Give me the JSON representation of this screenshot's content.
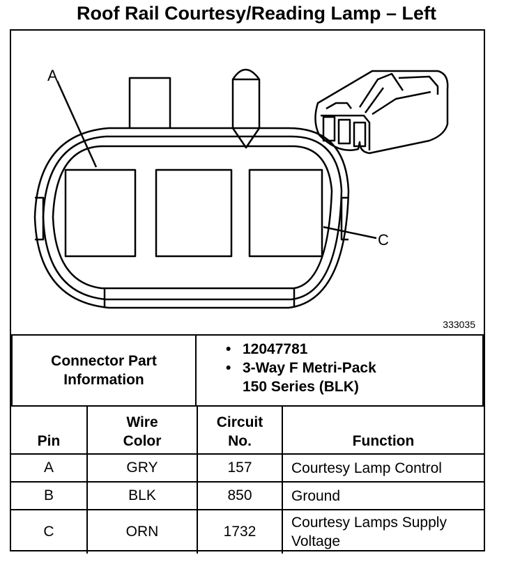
{
  "title": "Roof Rail Courtesy/Reading Lamp – Left",
  "figure_number": "333035",
  "callouts": {
    "a": "A",
    "c": "C"
  },
  "connector": {
    "label_line1": "Connector Part",
    "label_line2": "Information",
    "bullet": "•",
    "part_number": "12047781",
    "description_line1": "3-Way F Metri-Pack",
    "description_line2": "150 Series (BLK)"
  },
  "pin_table": {
    "headers": {
      "pin": "Pin",
      "wire_color_1": "Wire",
      "wire_color_2": "Color",
      "circuit_1": "Circuit",
      "circuit_2": "No.",
      "function": "Function"
    },
    "rows": [
      {
        "pin": "A",
        "wire_color": "GRY",
        "circuit": "157",
        "function_1": "Courtesy Lamp Control",
        "function_2": ""
      },
      {
        "pin": "B",
        "wire_color": "BLK",
        "circuit": "850",
        "function_1": "Ground",
        "function_2": ""
      },
      {
        "pin": "C",
        "wire_color": "ORN",
        "circuit": "1732",
        "function_1": "Courtesy Lamps Supply",
        "function_2": "Voltage"
      }
    ]
  }
}
